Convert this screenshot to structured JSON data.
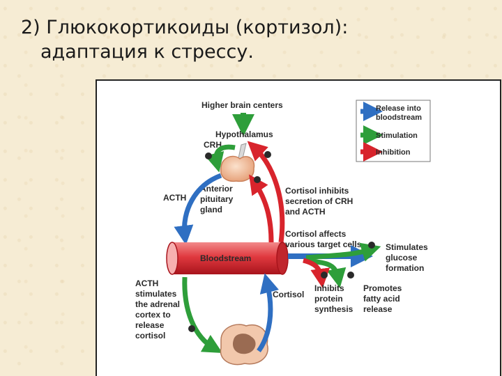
{
  "slide": {
    "title_line1": "2) Глюкокортикоиды (кортизол):",
    "title_line2": "адаптация к стрессу."
  },
  "diagram": {
    "higher_brain": "Higher brain centers",
    "hypothalamus": "Hypothalamus",
    "crh": "CRH",
    "acth": "ACTH",
    "anterior_pituitary": [
      "Anterior",
      "pituitary",
      "gland"
    ],
    "cortisol_inhibits": [
      "Cortisol inhibits",
      "secretion of CRH",
      "and ACTH"
    ],
    "cortisol_affects": [
      "Cortisol affects",
      "various target cells"
    ],
    "bloodstream": "Bloodstream",
    "acth_stimulates": [
      "ACTH",
      "stimulates",
      "the adrenal",
      "cortex to",
      "release",
      "cortisol"
    ],
    "cortisol": "Cortisol",
    "inhibits_protein": [
      "Inhibits",
      "protein",
      "synthesis"
    ],
    "promotes_fatty": [
      "Promotes",
      "fatty acid",
      "release"
    ],
    "stimulates_glucose": [
      "Stimulates",
      "glucose",
      "formation"
    ],
    "legend": {
      "release": [
        "Release into",
        "bloodstream"
      ],
      "stimulation": "Stimulation",
      "inhibition": "Inhibition"
    },
    "colors": {
      "blue": "#2f6fc2",
      "green": "#2e9e3a",
      "red": "#d8242c"
    }
  }
}
